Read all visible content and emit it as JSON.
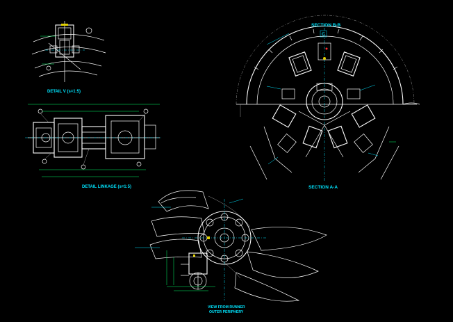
{
  "drawing": {
    "background": "#000000",
    "accent_color": "#00e5ff",
    "line_color": "#ffffff",
    "dim_color": "#00ff66",
    "labels": {
      "detail_v": "DETAIL V (s=1:5)",
      "detail_linkage": "DETAIL LINKAGE (s=1:5)",
      "section_bb": "SECTION B-B",
      "section_aa": "SECTION A-A",
      "view_runner_line1": "VIEW FROM RUNNER",
      "view_runner_line2": "OUTER PERIPHERY",
      "section_mark": "C"
    }
  }
}
